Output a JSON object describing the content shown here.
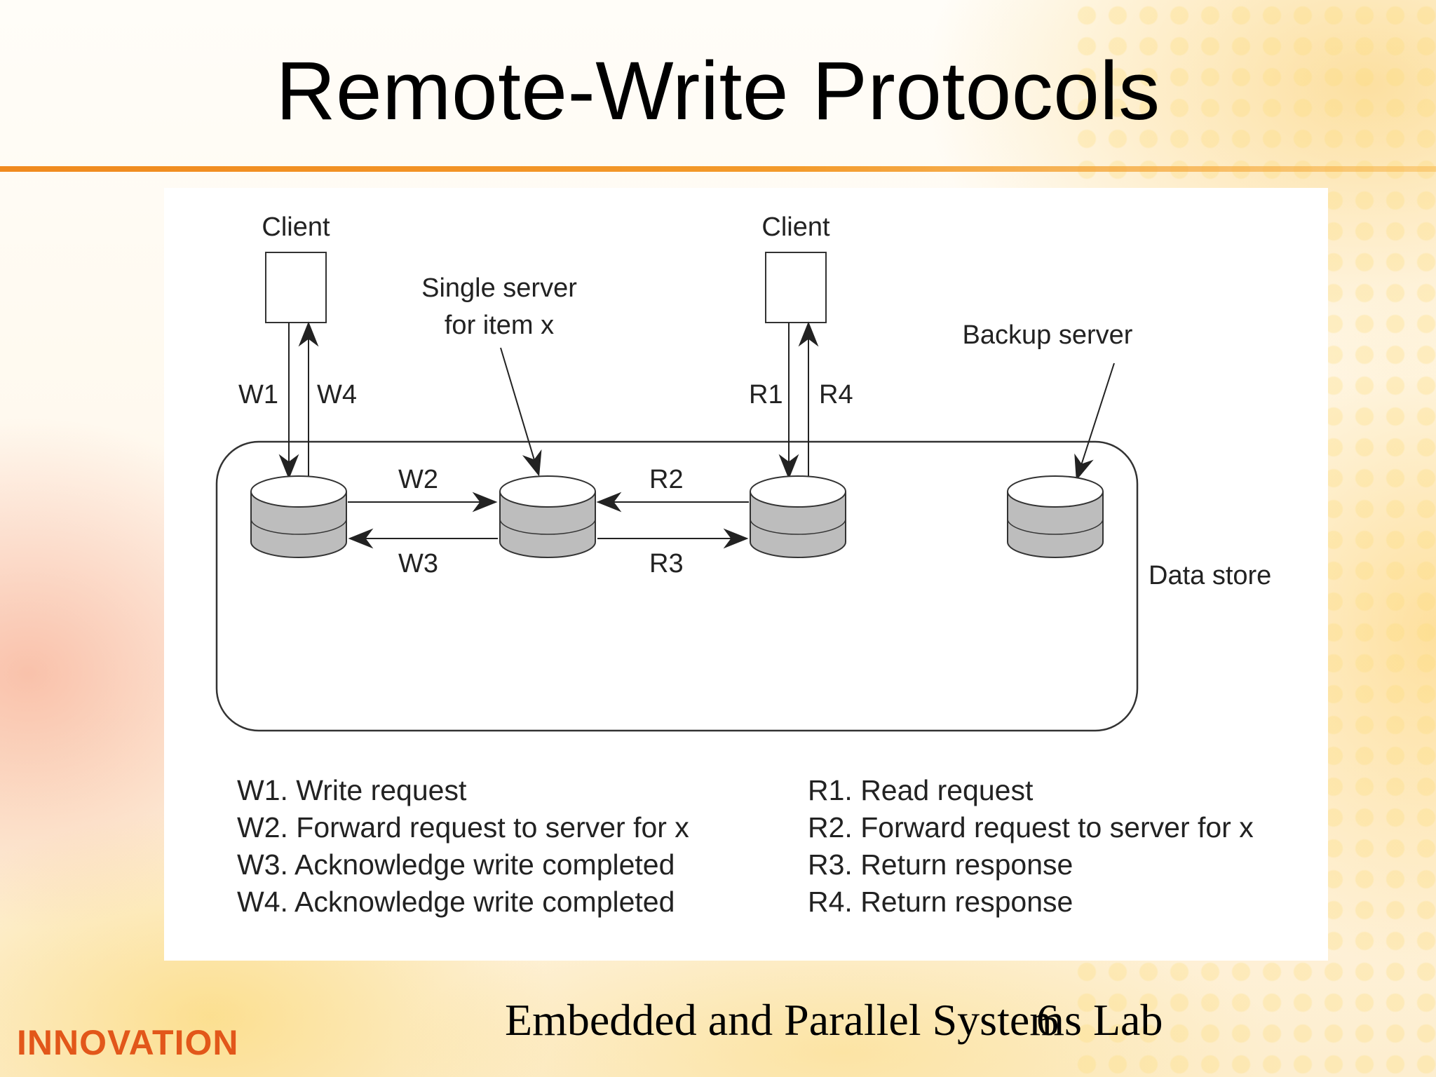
{
  "slide": {
    "title": "Remote-Write Protocols",
    "footer": "Embedded and Parallel Systems Lab",
    "page_number": "6",
    "logo_text": "INNOVATION"
  },
  "diagram": {
    "labels": {
      "client_left": "Client",
      "client_right": "Client",
      "single_server": [
        "Single server",
        "for item x"
      ],
      "backup_server": "Backup server",
      "data_store": "Data store"
    },
    "arrows": {
      "w1": "W1",
      "w2": "W2",
      "w3": "W3",
      "w4": "W4",
      "r1": "R1",
      "r2": "R2",
      "r3": "R3",
      "r4": "R4"
    },
    "legend_left": [
      "W1. Write request",
      "W2. Forward request to server for x",
      "W3. Acknowledge write completed",
      "W4. Acknowledge write completed"
    ],
    "legend_right": [
      "R1. Read request",
      "R2. Forward request to server for x",
      "R3. Return response",
      "R4. Return response"
    ],
    "colors": {
      "db_fill": "#bdbdbd",
      "db_top": "#ffffff",
      "stroke": "#333333",
      "title_rule": "#f08a1e",
      "logo": "#e2571a"
    }
  }
}
